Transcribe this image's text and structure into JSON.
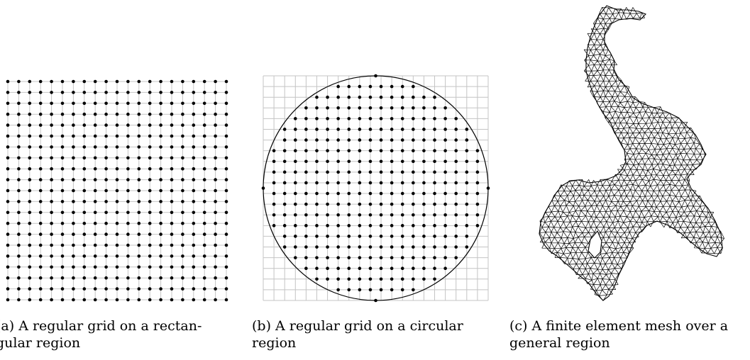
{
  "figure": {
    "panels": [
      {
        "id": "a",
        "caption": "(a) A regular grid on a rectan-\ngular region",
        "kind": "regular grid on rectangle",
        "grid_points_per_side": 21
      },
      {
        "id": "b",
        "caption": "(b) A regular grid on a circular\nregion",
        "kind": "regular grid on circle",
        "background_grid_cells_per_side": 21
      },
      {
        "id": "c",
        "caption": "(c) A finite element mesh over a\ngeneral region",
        "kind": "triangular finite element mesh"
      }
    ],
    "colors": {
      "grid_line": "#c4c4c4",
      "point": "#000000",
      "boundary": "#000000",
      "mesh_line": "#000000"
    }
  }
}
